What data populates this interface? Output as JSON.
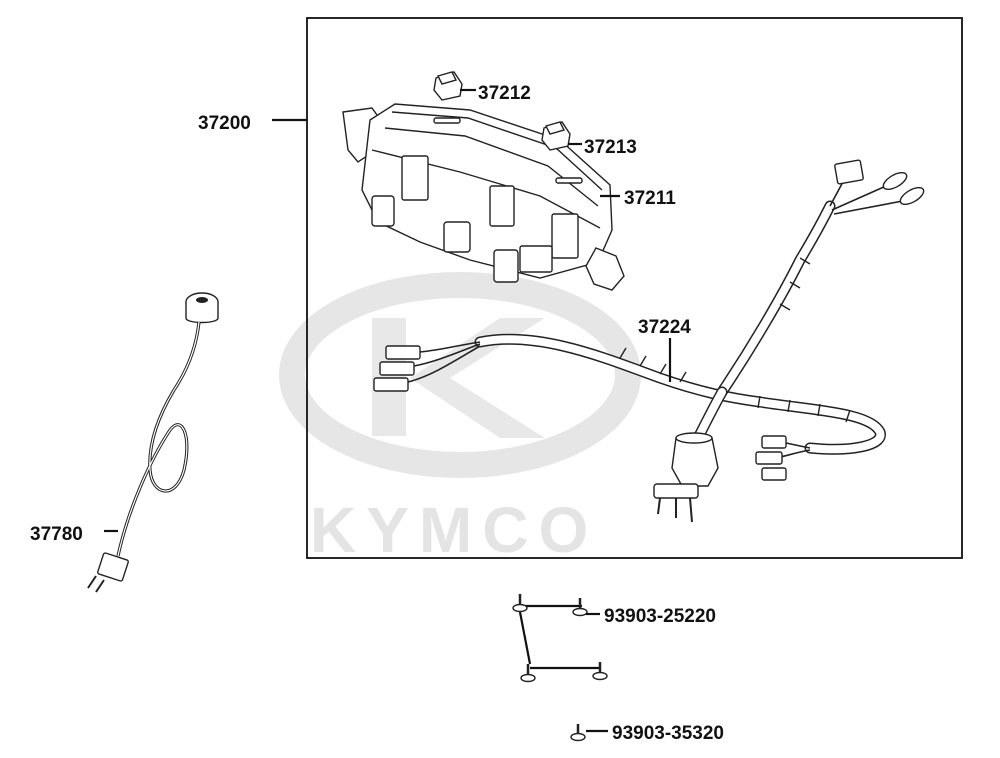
{
  "watermark": {
    "text": "KYMCO",
    "color": "#e4e4e4"
  },
  "labels": {
    "p37200": "37200",
    "p37212": "37212",
    "p37213": "37213",
    "p37211": "37211",
    "p37224": "37224",
    "p37780": "37780",
    "p93903_25220": "93903-25220",
    "p93903_35320": "93903-35320"
  }
}
